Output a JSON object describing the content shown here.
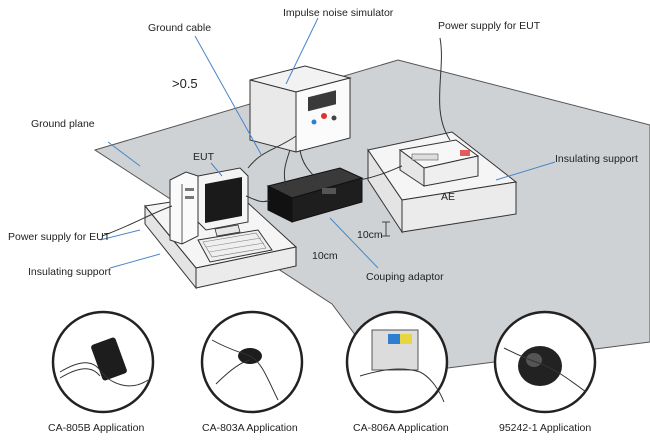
{
  "labels": {
    "ground_cable": "Ground cable",
    "impulse_noise_simulator": "Impulse noise simulator",
    "power_supply_eut_top": "Power supply for EUT",
    "gt05": ">0.5",
    "ground_plane": "Ground plane",
    "eut": "EUT",
    "insulating_support_right": "Insulating support",
    "ae": "AE",
    "power_supply_eut_left": "Power supply for EUT",
    "dim_10cm_right": "10cm",
    "dim_10cm_bottom": "10cm",
    "insulating_support_left": "Insulating support",
    "couping_adaptor": "Couping adaptor"
  },
  "applications": [
    {
      "caption": "CA-805B Application"
    },
    {
      "caption": "CA-803A Application"
    },
    {
      "caption": "CA-806A Application"
    },
    {
      "caption": "95242-1 Application"
    }
  ],
  "colors": {
    "plane": "#cfd2d4",
    "line": "#222222",
    "leader": "#4a86c8",
    "adaptor": "#1e1e1e",
    "support": "#f4f4f4",
    "accent_blue": "#2f7fd0",
    "accent_yellow": "#e8d640"
  }
}
